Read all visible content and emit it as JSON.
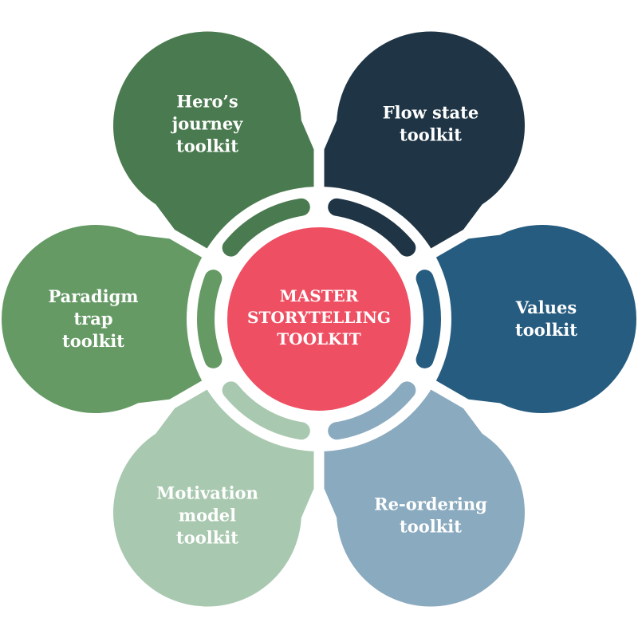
{
  "center": {
    "lines": [
      "MASTER",
      "STORYTELLING",
      "TOOLKIT"
    ],
    "color": "#ef4f62"
  },
  "petals": [
    {
      "id": "heros-journey",
      "lines": [
        "Hero’s",
        "journey",
        "toolkit"
      ],
      "color": "#4a7a4f",
      "direction_deg": 120
    },
    {
      "id": "flow-state",
      "lines": [
        "Flow state",
        "toolkit"
      ],
      "color": "#1f3545",
      "direction_deg": 60
    },
    {
      "id": "values",
      "lines": [
        "Values",
        "toolkit"
      ],
      "color": "#265c80",
      "direction_deg": 0
    },
    {
      "id": "re-ordering",
      "lines": [
        "Re-ordering",
        "toolkit"
      ],
      "color": "#8aaabf",
      "direction_deg": 300
    },
    {
      "id": "motivation-model",
      "lines": [
        "Motivation",
        "model",
        "toolkit"
      ],
      "color": "#a8c8af",
      "direction_deg": 240
    },
    {
      "id": "paradigm-trap",
      "lines": [
        "Paradigm",
        "trap",
        "toolkit"
      ],
      "color": "#659a64",
      "direction_deg": 180
    }
  ]
}
